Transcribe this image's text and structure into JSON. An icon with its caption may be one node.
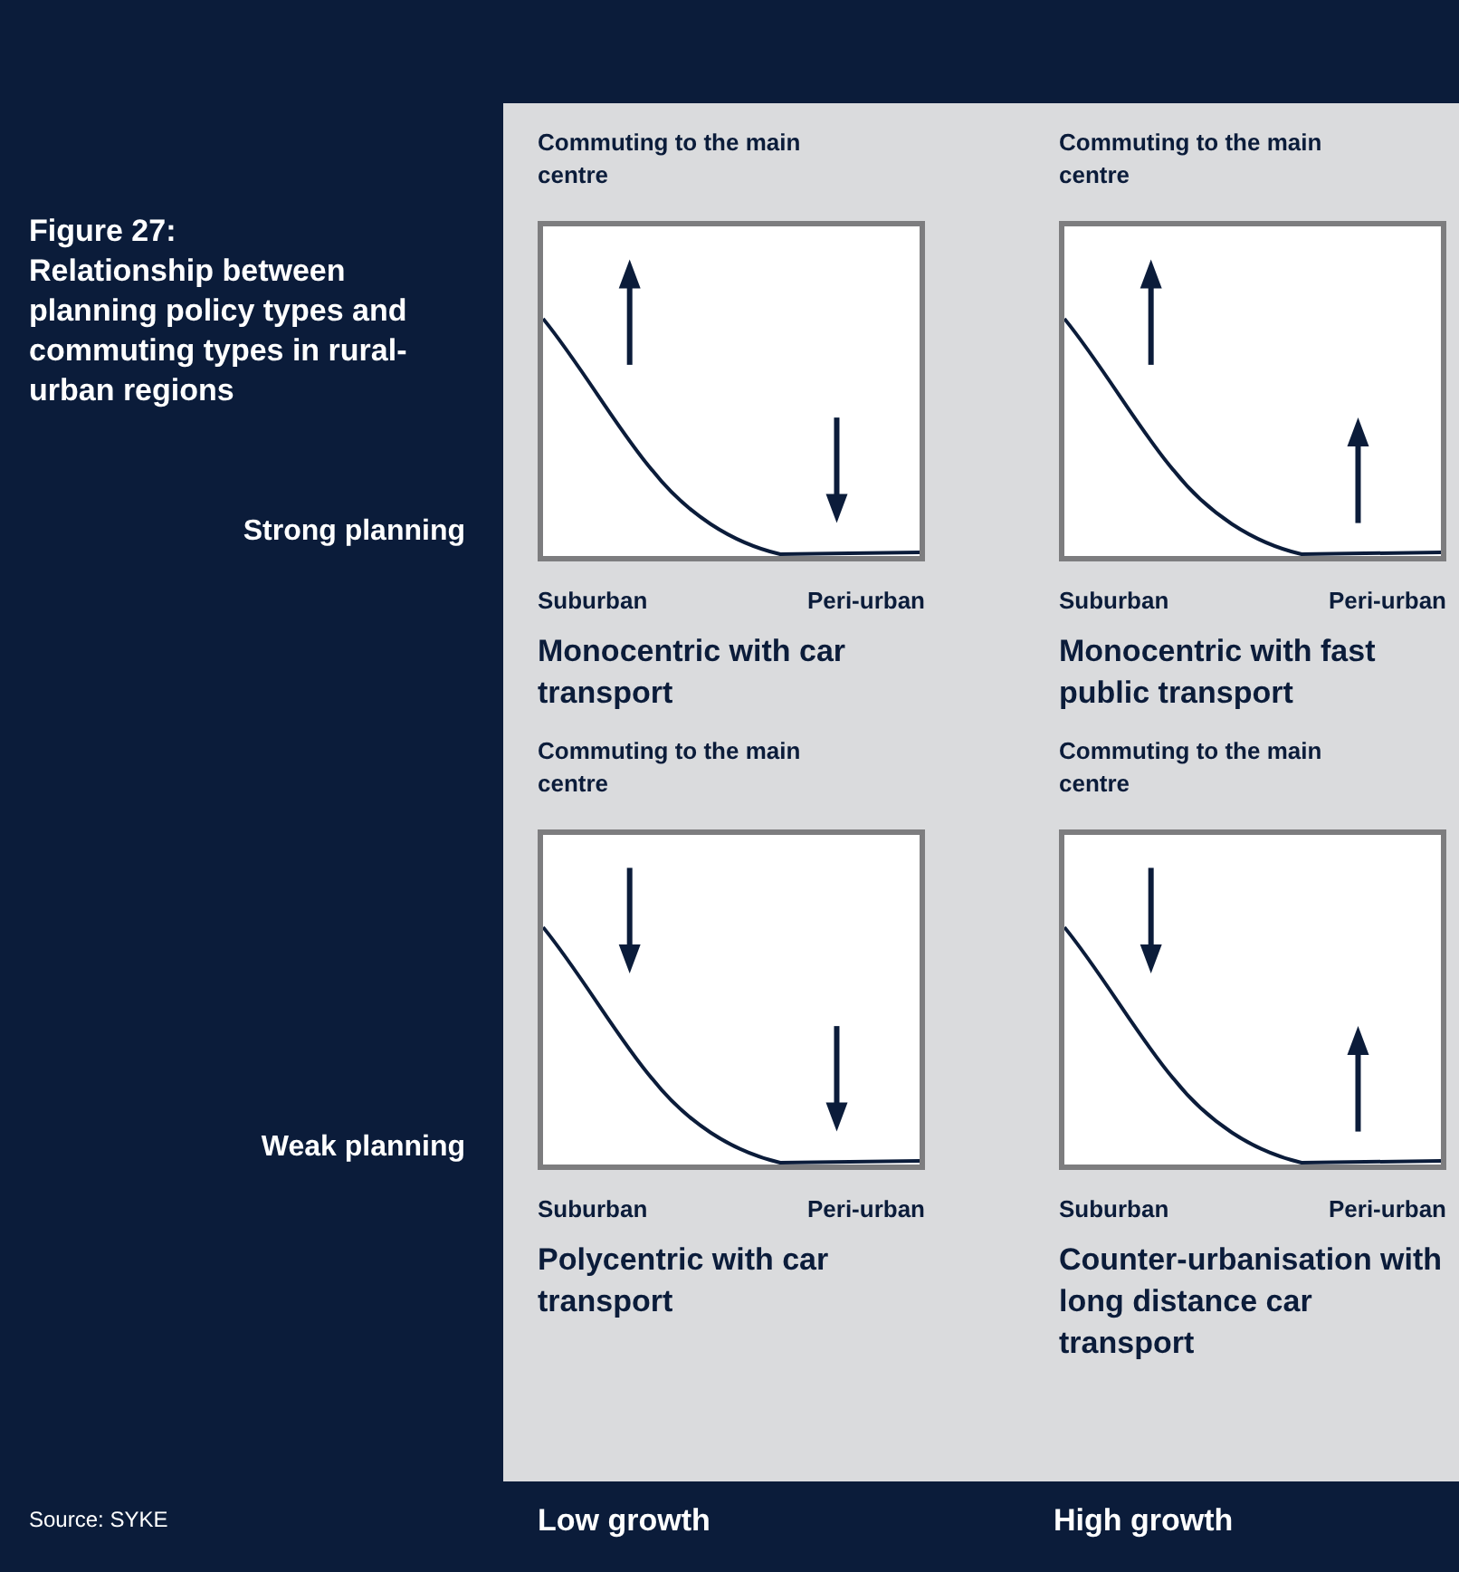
{
  "diagram": {
    "title": "Relationship between planning policy types and commuting types in rural-urban regions",
    "nodes": [
      {
        "text": [
          "Commuting to the main centre"
        ],
        "beside": [
          "Suburban",
          "Peri-urban",
          "Monocentric with car transport"
        ]
      },
      {
        "text": [
          "Commuting to the main centre"
        ],
        "beside": [
          "Suburban",
          "Peri-urban",
          "Monocentric with fast public transport"
        ]
      },
      {
        "text": [
          "Commuting to the main centre"
        ],
        "beside": [
          "Suburban",
          "Peri-urban",
          "Polycentric with car transport"
        ]
      },
      {
        "text": [
          "Commuting to the main centre"
        ],
        "beside": [
          "Suburban",
          "Peri-urban",
          "Counter-urbanisation with long distance car transport"
        ]
      }
    ],
    "labels": [
      "Figure 27:",
      "Strong planning",
      "Weak planning",
      "Source: SYKE",
      "Low growth",
      "High growth"
    ]
  }
}
